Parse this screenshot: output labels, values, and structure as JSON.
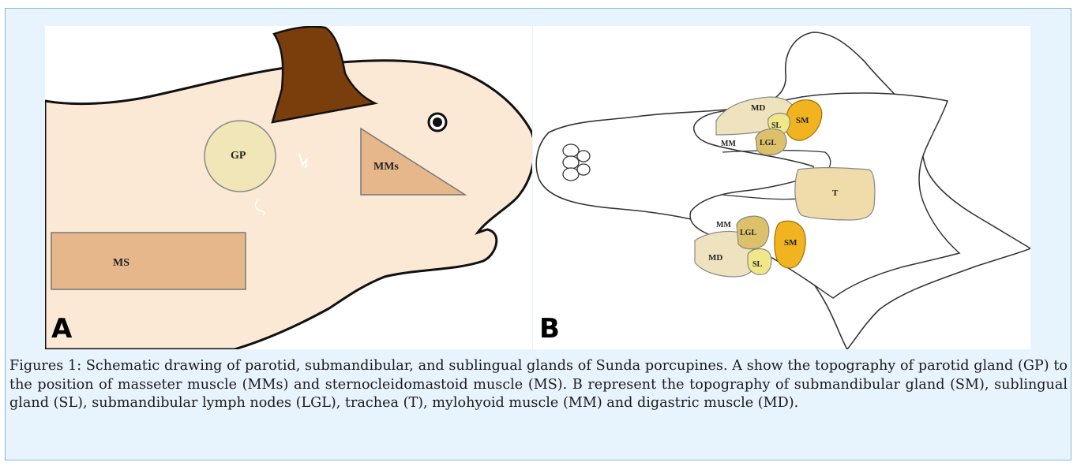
{
  "figure": {
    "panel_a": {
      "letter": "A",
      "labels": {
        "gp": "GP",
        "mms": "MMs",
        "ms": "MS"
      }
    },
    "panel_b": {
      "letter": "B",
      "labels": {
        "md_top": "MD",
        "sl_top": "SL",
        "sm_top": "SM",
        "mm_top": "MM",
        "lgl_top": "LGL",
        "t": "T",
        "mm_bottom": "MM",
        "lgl_bottom": "LGL",
        "sm_bottom": "SM",
        "md_bottom": "MD",
        "sl_bottom": "SL"
      }
    },
    "caption": "Figures 1: Schematic drawing of parotid, submandibular, and sublingual glands of Sunda porcupines. A show the topography of parotid gland (GP) to the position of masseter muscle (MMs) and sternocleidomastoid muscle (MS). B represent the topography of submandibular gland (SM), sublingual gland (SL), submandibular lymph nodes (LGL), trachea (T), mylohyoid muscle (MM) and digastric muscle (MD)."
  },
  "colors": {
    "box_bg": "#e8f4fd",
    "box_border": "#8ab6d6",
    "head_fill": "#fbe9d6",
    "ear_fill": "#7a3e0c",
    "gp_fill": "#f1e6b8",
    "muscle_fill": "#e6b78a",
    "md_fill": "#efe3bf",
    "sm_fill": "#f2b321",
    "sl_fill": "#f0e68a",
    "lgl_fill": "#dcc06a",
    "trachea_fill": "#efdcaa"
  }
}
